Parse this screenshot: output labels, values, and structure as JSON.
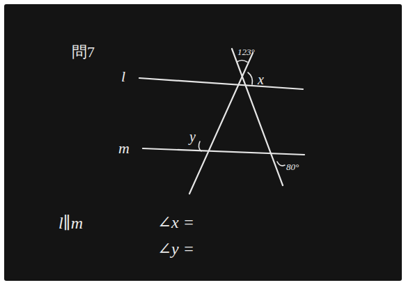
{
  "diagram": {
    "labels": [
      "問7",
      "l",
      "m",
      "123°",
      "x",
      "y",
      "80°",
      "l∥m",
      "∠x =",
      "∠y ="
    ]
  }
}
